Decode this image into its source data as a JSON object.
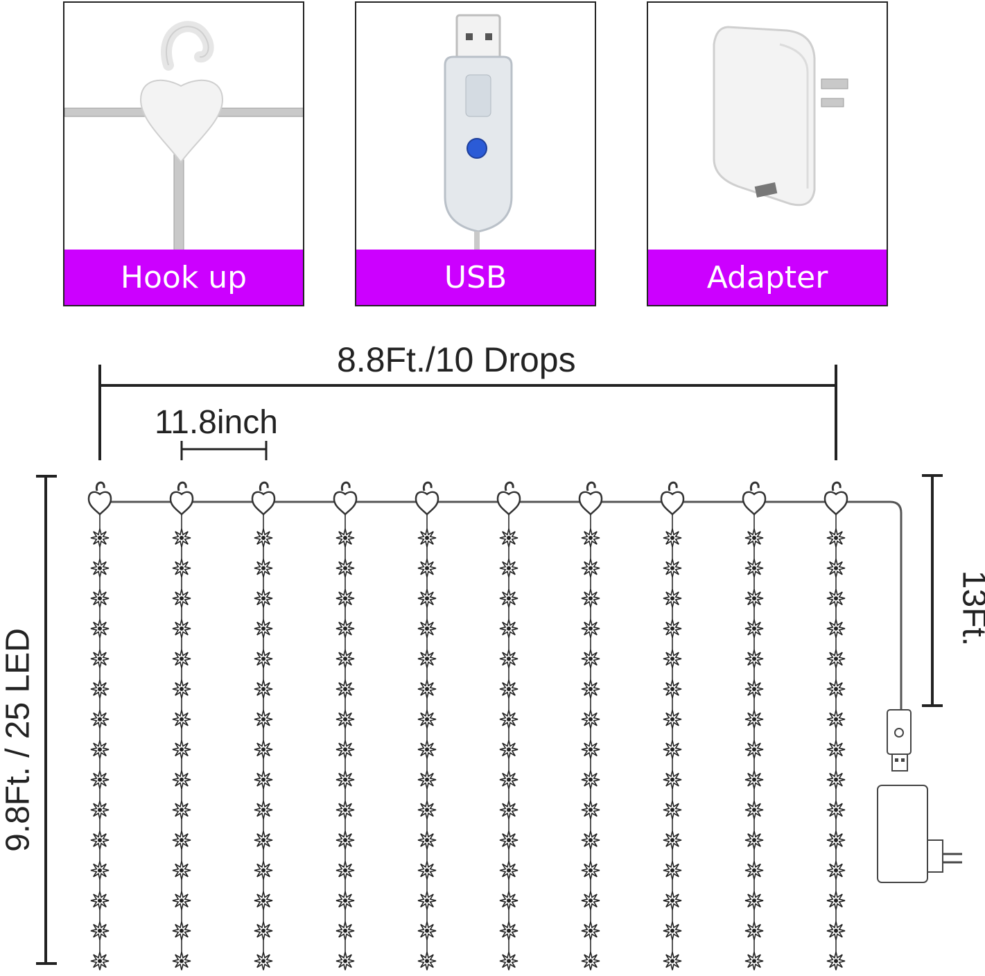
{
  "panels": [
    {
      "banner": "Hook up",
      "icon": "hook-icon"
    },
    {
      "banner": "USB",
      "icon": "usb-controller-icon"
    },
    {
      "banner": "Adapter",
      "icon": "power-adapter-icon"
    }
  ],
  "dimensions": {
    "width_label": "8.8Ft./10 Drops",
    "spacing_label": "11.8inch",
    "height_label": "9.8Ft. / 25 LED",
    "cable_label": "13Ft."
  },
  "diagram": {
    "drops": 10,
    "leds_per_drop_drawn": 15
  },
  "colors": {
    "banner": "#cc00ff",
    "line": "#222222",
    "usb_button": "#2b5bd6"
  }
}
